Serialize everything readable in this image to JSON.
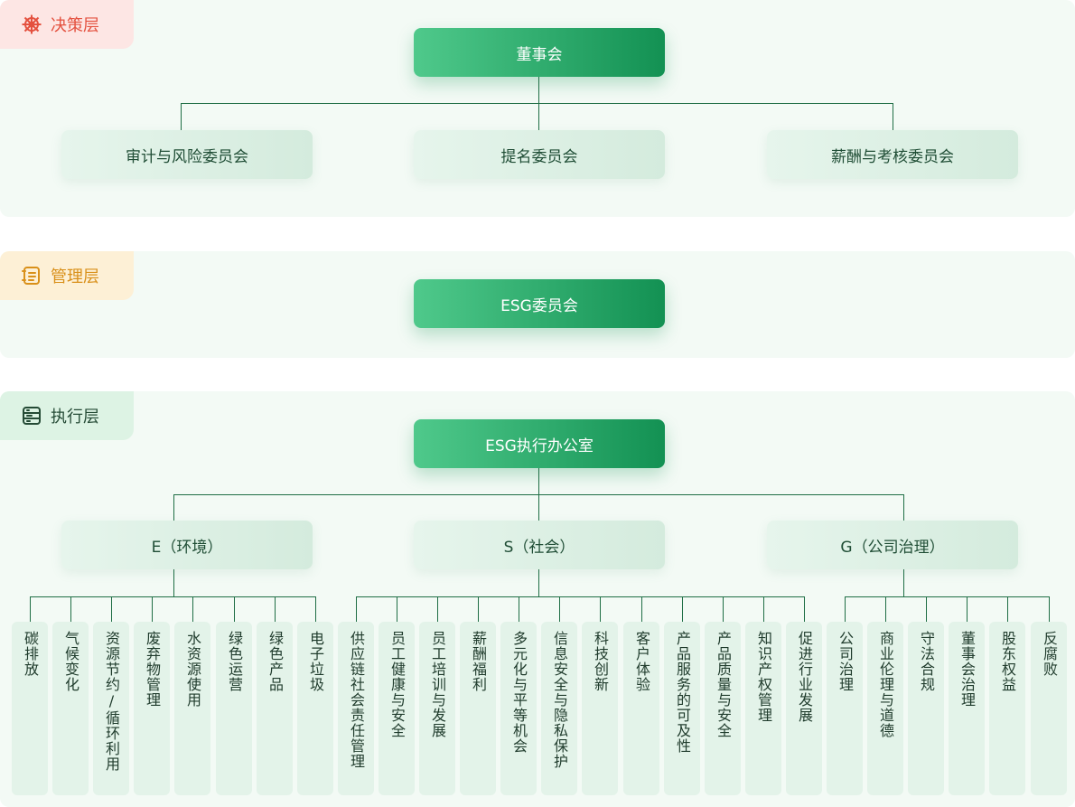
{
  "layers": {
    "decision": {
      "label": "决策层",
      "icon": "helm-icon",
      "color": "#e4513f"
    },
    "management": {
      "label": "管理层",
      "icon": "scroll-icon",
      "color": "#d9901a"
    },
    "execution": {
      "label": "执行层",
      "icon": "abacus-icon",
      "color": "#244a35"
    }
  },
  "nodes": {
    "board": "董事会",
    "audit_risk": "审计与风险委员会",
    "nomination": "提名委员会",
    "compensation": "薪酬与考核委员会",
    "esg_committee": "ESG委员会",
    "esg_office": "ESG执行办公室",
    "env": "E（环境）",
    "social": "S（社会）",
    "gov": "G（公司治理）"
  },
  "leaves": {
    "env": [
      "碳排放",
      "气候变化",
      "资源节约/循环利用",
      "废弃物管理",
      "水资源使用",
      "绿色运营",
      "绿色产品",
      "电子垃圾"
    ],
    "social": [
      "供应链社会责任管理",
      "员工健康与安全",
      "员工培训与发展",
      "薪酬福利",
      "多元化与平等机会",
      "信息安全与隐私保护",
      "科技创新",
      "客户体验",
      "产品服务的可及性",
      "产品质量与安全",
      "知识产权管理",
      "促进行业发展"
    ],
    "gov": [
      "公司治理",
      "商业伦理与道德",
      "守法合规",
      "董事会治理",
      "股东权益",
      "反腐败"
    ]
  },
  "colors": {
    "primary_start": "#4fc98b",
    "primary_end": "#139153",
    "connector": "#1f6e45",
    "panel_bg": "#f3faf5"
  }
}
